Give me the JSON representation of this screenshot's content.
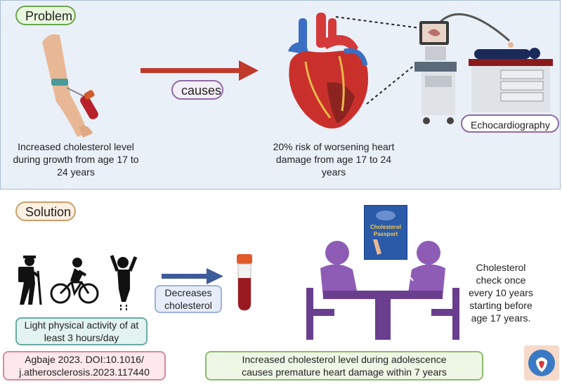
{
  "problem": {
    "label": "Problem",
    "causes_label": "causes",
    "cause_text": "Increased cholesterol level during growth from age 17 to 24 years",
    "effect_text": "20% risk of worsening heart damage from age 17 to 24 years",
    "exam_label": "Echocardiography"
  },
  "solution": {
    "label": "Solution",
    "decreases_label": "Decreases cholesterol",
    "activity_text": "Light physical activity of at least 3 hours/day",
    "passport_title": "Cholesterol Passport",
    "check_text": "Cholesterol check once every 10 years starting before age 17 years.",
    "citation": "Agbaje 2023. DOI:10.1016/ j.atherosclerosis.2023.117440",
    "conclusion": "Increased cholesterol level during adolescence causes premature heart damage within 7 years"
  },
  "colors": {
    "problem_accent": "#6aa84f",
    "causes_accent": "#8e6aa8",
    "solution_accent": "#c9a06a",
    "arrow_red": "#c0392b",
    "arrow_blue": "#3d5a99",
    "purple_figures": "#8e5cb5",
    "activity_box": "#e2f3f1",
    "citation_box": "#fde8ec",
    "conclusion_box": "#eef7e6"
  },
  "icons": [
    "arm-blood-draw-icon",
    "heart-icon",
    "ultrasound-machine-icon",
    "hiker-icon",
    "cyclist-icon",
    "jumping-person-icon",
    "blood-tube-icon",
    "consultation-table-icon",
    "passport-icon",
    "logo-icon"
  ]
}
